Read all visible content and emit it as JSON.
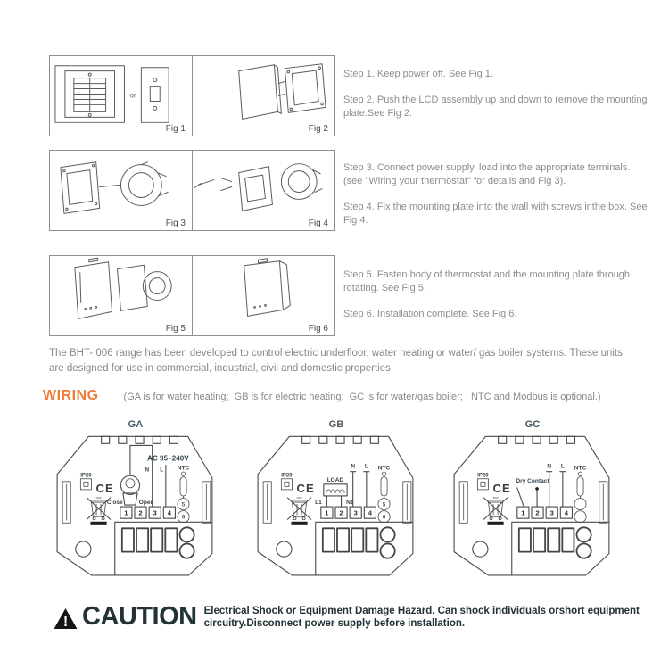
{
  "colors": {
    "accent_orange": "#ED7D3A",
    "body_gray": "#85888C",
    "caution_dark": "#233138",
    "line_art": "#4B4B4B"
  },
  "install": {
    "rows": [
      {
        "figures": [
          {
            "label": "Fig 1",
            "or_text": "or"
          },
          {
            "label": "Fig 2"
          }
        ],
        "steps": [
          "Step 1. Keep power off. See Fig 1.",
          "Step 2. Push the LCD assembly up and down to remove the mounting plate.See Fig 2."
        ]
      },
      {
        "figures": [
          {
            "label": "Fig 3"
          },
          {
            "label": "Fig 4"
          }
        ],
        "steps": [
          "Step 3. Connect power supply, load into the appropriate terminals. (see \"Wiring your thermostat\" for details and Fig 3).",
          "Step 4. Fix the mounting plate into the wall with screws inthe box. See Fig 4."
        ]
      },
      {
        "figures": [
          {
            "label": "Fig 5"
          },
          {
            "label": "Fig 6"
          }
        ],
        "steps": [
          "Step 5. Fasten body of thermostat and the mounting plate through rotating. See Fig 5.",
          "Step 6. Installation complete. See Fig 6."
        ]
      }
    ]
  },
  "intro": "The BHT- 006 range has been developed to control electric underfloor, water heating or water/ gas boiler systems. These units are designed for use in commercial, industrial, civil and domestic properties",
  "wiring": {
    "title": "WIRING",
    "note": "(GA is for water heating;  GB is for electric heating;  GC is for water/gas boiler;   NTC and Modbus is optional.)",
    "diagrams": [
      {
        "title": "GA",
        "ip_rating": "IP20",
        "ce_mark": "CE",
        "power": "AC 95~240V",
        "neutral": "N",
        "live": "L",
        "sensor": "NTC",
        "valve_close": "Close",
        "valve_open": "Open",
        "terminals": [
          "1",
          "2",
          "3",
          "4"
        ],
        "sensor_terminals": [
          "5",
          "6"
        ]
      },
      {
        "title": "GB",
        "ip_rating": "IP20",
        "ce_mark": "CE",
        "load": "LOAD",
        "load_live": "L1",
        "load_neutral": "N1",
        "neutral": "N",
        "live": "L",
        "sensor": "NTC",
        "terminals": [
          "1",
          "2",
          "3",
          "4"
        ],
        "sensor_terminals": [
          "5",
          "6"
        ]
      },
      {
        "title": "GC",
        "ip_rating": "IP20",
        "ce_mark": "CE",
        "dry_contact": "Dry Contact",
        "neutral": "N",
        "live": "L",
        "sensor": "NTC",
        "terminals": [
          "1",
          "2",
          "3",
          "4"
        ],
        "sensor_terminals": [
          "",
          ""
        ]
      }
    ]
  },
  "caution": {
    "label": "CAUTION",
    "text": "Electrical Shock or Equipment Damage Hazard. Can shock individuals orshort equipment circuitry.Disconnect power supply before installation."
  }
}
